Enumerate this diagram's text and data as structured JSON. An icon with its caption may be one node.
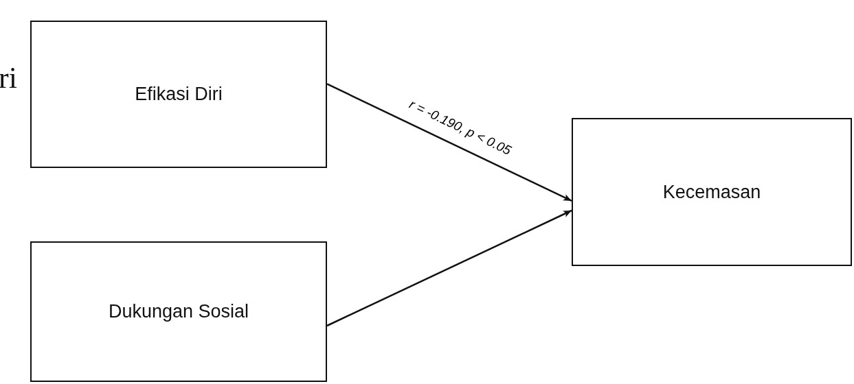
{
  "diagram": {
    "nodes": [
      {
        "text": [
          "Efikasi Diri"
        ]
      },
      {
        "text": [
          "Dukungan Sosial"
        ]
      },
      {
        "text": [
          "Kecemasan"
        ]
      }
    ],
    "edges": [
      {
        "from": 0,
        "to": 2,
        "arrow": "to",
        "label": "r = -0.190, p < 0.05"
      },
      {
        "from": 1,
        "to": 2,
        "arrow": "to"
      }
    ],
    "labels": [
      "ri"
    ]
  }
}
